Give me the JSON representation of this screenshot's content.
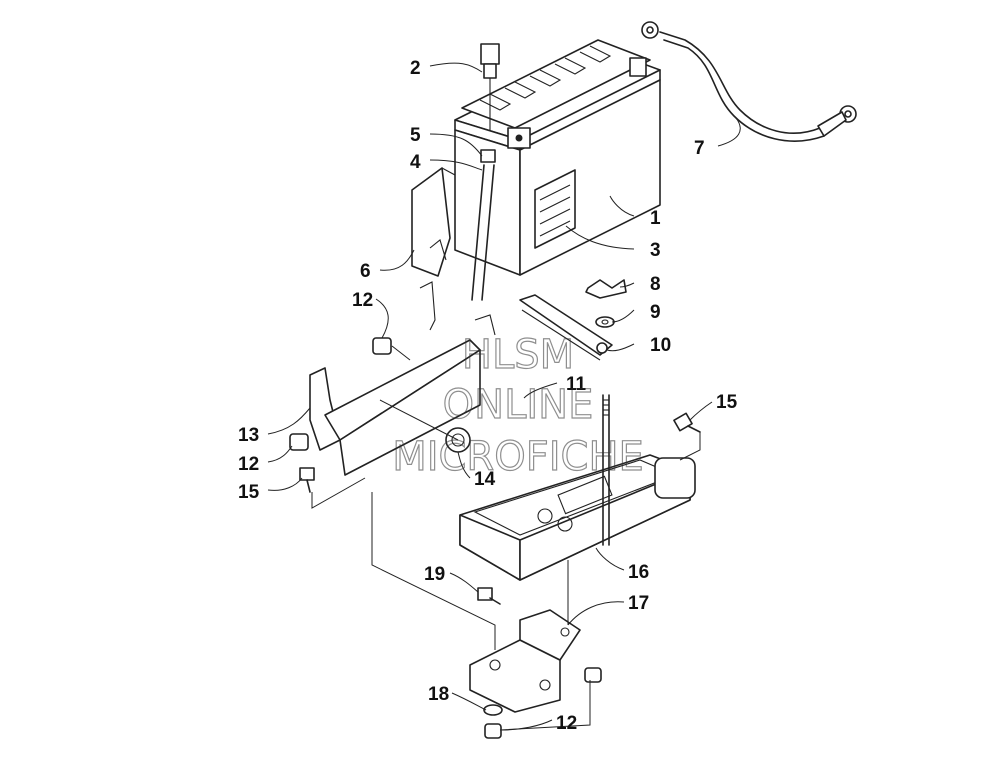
{
  "callouts": {
    "c1": "1",
    "c2": "2",
    "c3": "3",
    "c4": "4",
    "c5": "5",
    "c6": "6",
    "c7": "7",
    "c8": "8",
    "c9": "9",
    "c10": "10",
    "c11": "11",
    "c12a": "12",
    "c12b": "12",
    "c12c": "12",
    "c13": "13",
    "c14": "14",
    "c15a": "15",
    "c15b": "15",
    "c16": "16",
    "c17": "17",
    "c18": "18",
    "c19": "19"
  },
  "watermark": {
    "line1": "HLSM",
    "line2": "ONLINE",
    "line3": "MICROFICHE"
  }
}
